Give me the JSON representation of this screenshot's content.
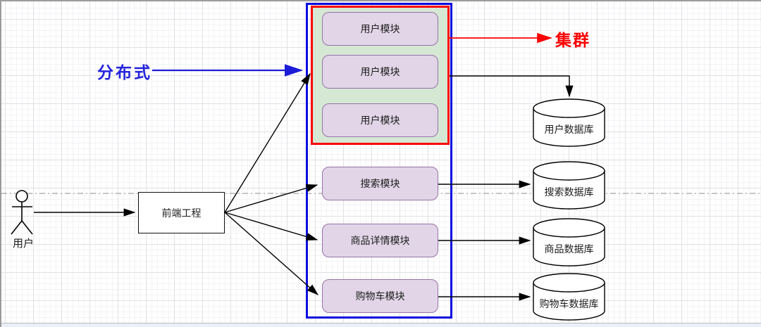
{
  "canvas": {
    "colors": {
      "module_fill": "#e1d5e7",
      "module_border": "#9673a6",
      "cluster_group_fill": "#d5e8d4",
      "cluster_group_border": "#fb0000",
      "distributed_container_border": "#0b0bdf",
      "distributed_text": "#2424dd",
      "cluster_text": "#fb0000",
      "edge_color": "#000000"
    }
  },
  "diagram": {
    "actor_label": "用户",
    "frontend_label": "前端工程",
    "distributed_label": "分布式",
    "cluster_label": "集群",
    "user_modules": [
      {
        "label": "用户模块"
      },
      {
        "label": "用户模块"
      },
      {
        "label": "用户模块"
      }
    ],
    "service_modules": [
      {
        "label": "搜索模块"
      },
      {
        "label": "商品详情模块"
      },
      {
        "label": "购物车模块"
      }
    ],
    "databases": [
      {
        "label": "用户数据库"
      },
      {
        "label": "搜索数据库"
      },
      {
        "label": "商品数据库"
      },
      {
        "label": "购物车数据库"
      }
    ]
  }
}
